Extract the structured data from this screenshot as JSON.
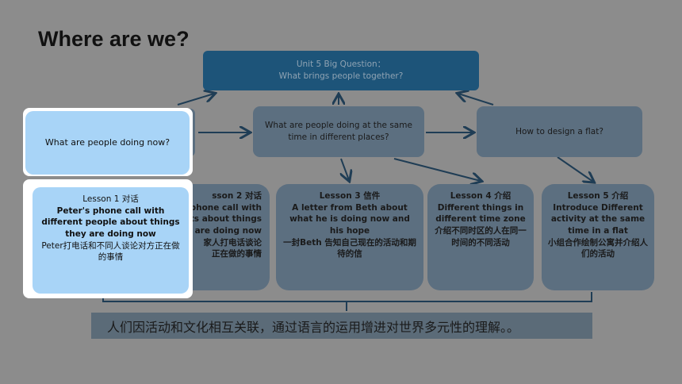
{
  "title": "Where are we?",
  "big_question": {
    "line1": "Unit 5 Big Question：",
    "line2": "What brings people together?"
  },
  "nodes": {
    "left": "What  are people doing now?",
    "middle": "What are people doing at the same time in different places?",
    "right": "How to design a flat?"
  },
  "lessons": [
    {
      "lines": [
        "Lesson 1 对话",
        "Peter's phone call with different people about things they are doing now",
        "Peter打电话和不同人谈论对方正在做的事情"
      ]
    },
    {
      "lines": [
        "sson 2 对话",
        "phone call with",
        "ents about things",
        "are doing now",
        "家人打电话谈论",
        "正在做的事情"
      ]
    },
    {
      "lines": [
        "Lesson 3 信件",
        "A letter from Beth about what he is doing now and his hope",
        "一封Beth 告知自己现在的活动和期待的信"
      ]
    },
    {
      "lines": [
        "Lesson 4 介绍",
        "Different things in different time zone介绍不同时区的人在同一时间的不同活动"
      ]
    },
    {
      "lines": [
        "Lesson 5 介绍",
        "Introduce Different activity at the same time in a flat",
        "小组合作绘制公寓并介绍人们的活动"
      ]
    }
  ],
  "summary": "人们因活动和文化相互关联，通过语言的运用增进对世界多元性的理解。。",
  "colors": {
    "background": "#8c8c8c",
    "top_box": "#1d5479",
    "highlight": "#a8d4f7",
    "arrow": "#1f3d55"
  }
}
